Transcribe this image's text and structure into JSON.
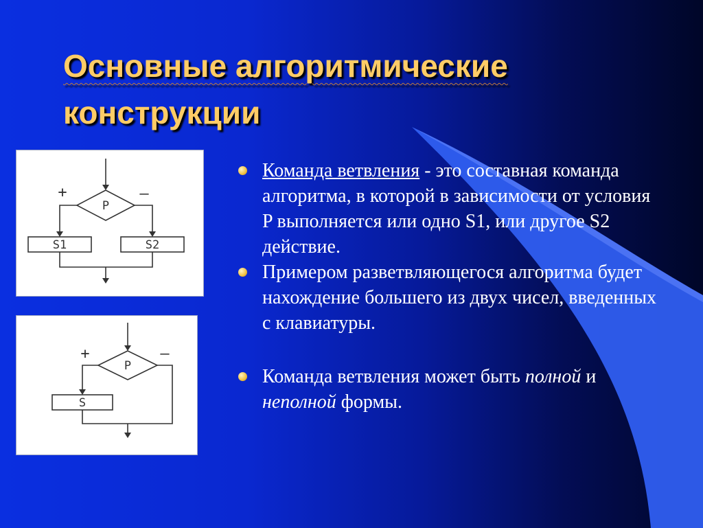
{
  "slide": {
    "title_line1": "Основные алгоритмические",
    "title_line2": "конструкции",
    "colors": {
      "title": "#ffcc66",
      "background": "#0a2fe0",
      "text": "#ffffff",
      "bullet": "#f0c040"
    }
  },
  "diagram_full": {
    "condition": "P",
    "plus": "+",
    "minus": "–",
    "action_left": "S1",
    "action_right": "S2"
  },
  "diagram_partial": {
    "condition": "P",
    "plus": "+",
    "minus": "–",
    "action": "S"
  },
  "bullets": [
    {
      "term": "Команда ветвления",
      "text": " - это составная команда алгоритма, в которой в зависимости от условия P выполняется или одно S1, или другое S2 действие."
    },
    {
      "text": "Примером разветвляющегося алгоритма будет нахождение большего из двух чисел, введенных с клавиатуры."
    },
    {
      "text_start": "Команда ветвления может быть ",
      "italic1": "полной",
      "middle": " и ",
      "italic2": "неполной",
      "text_end": " формы."
    }
  ]
}
